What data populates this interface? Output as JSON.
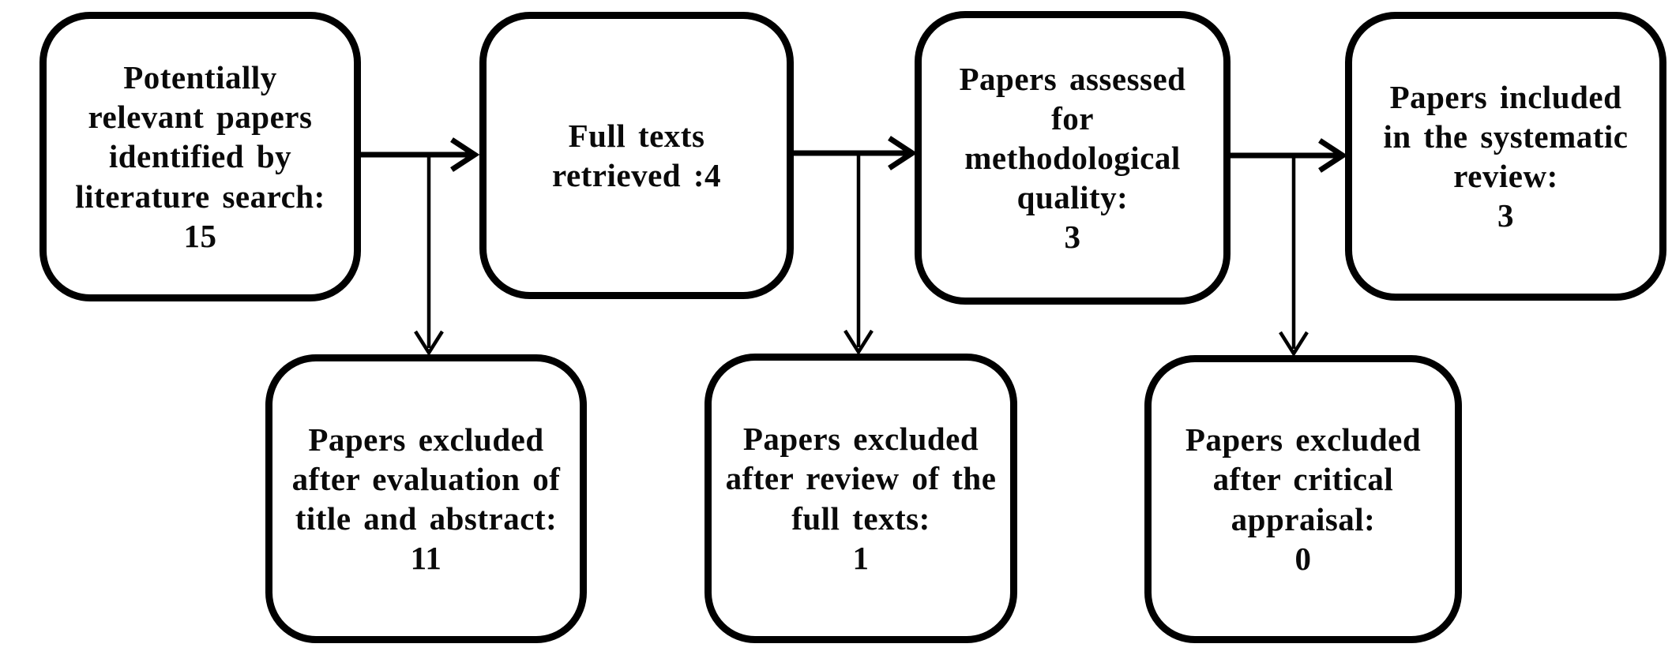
{
  "colors": {
    "background": "#ffffff",
    "box_border": "#000000",
    "text": "#0a0a0a",
    "arrow": "#000000"
  },
  "diagram": {
    "type": "flowchart",
    "boxes": [
      {
        "id": "identified",
        "text": "Potentially relevant papers identified by literature search: 15",
        "lines": [
          "Potentially",
          "relevant papers",
          "identified by",
          "literature search:",
          "15"
        ],
        "count": 15
      },
      {
        "id": "full_texts_retrieved",
        "text": "Full texts retrieved :4",
        "lines": [
          "Full texts",
          "retrieved :4"
        ],
        "count": 4
      },
      {
        "id": "assessed_quality",
        "text": "Papers assessed for methodological quality: 3",
        "lines": [
          "Papers assessed",
          "for",
          "methodological",
          "quality:",
          "3"
        ],
        "count": 3
      },
      {
        "id": "included_review",
        "text": "Papers included in the systematic review: 3",
        "lines": [
          "Papers included",
          "in the systematic",
          "review:",
          "3"
        ],
        "count": 3
      },
      {
        "id": "excluded_title_abstract",
        "text": "Papers excluded after evaluation of title and abstract: 11",
        "lines": [
          "Papers excluded",
          "after evaluation of",
          "title and abstract:",
          "11"
        ],
        "count": 11
      },
      {
        "id": "excluded_full_texts",
        "text": "Papers excluded after review of the full texts: 1",
        "lines": [
          "Papers excluded",
          "after review of the",
          "full texts:",
          "1"
        ],
        "count": 1
      },
      {
        "id": "excluded_critical_appraisal",
        "text": "Papers excluded after critical appraisal: 0",
        "lines": [
          "Papers excluded",
          "after critical",
          "appraisal:",
          "0"
        ],
        "count": 0
      }
    ],
    "edges": [
      {
        "from": "identified",
        "to": "full_texts_retrieved",
        "direction": "right"
      },
      {
        "from": "identified",
        "to": "excluded_title_abstract",
        "direction": "down"
      },
      {
        "from": "full_texts_retrieved",
        "to": "assessed_quality",
        "direction": "right"
      },
      {
        "from": "full_texts_retrieved",
        "to": "excluded_full_texts",
        "direction": "down"
      },
      {
        "from": "assessed_quality",
        "to": "included_review",
        "direction": "right"
      },
      {
        "from": "assessed_quality",
        "to": "excluded_critical_appraisal",
        "direction": "down"
      }
    ]
  }
}
